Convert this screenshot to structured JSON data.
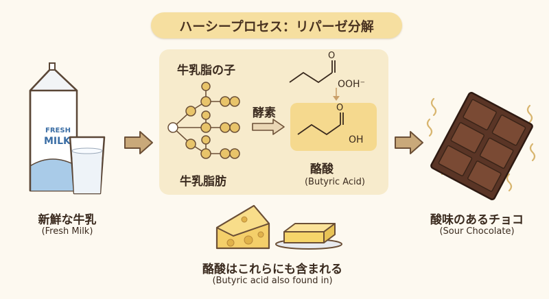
{
  "title": "ハーシープロセス：リパーゼ分解",
  "milk": {
    "carton_text_line1": "FRESH",
    "carton_text_line2": "MILK",
    "label_jp": "新鮮な牛乳",
    "label_en": "(Fresh Milk)"
  },
  "process": {
    "molecule_top_label": "牛乳脂の子",
    "molecule_bottom_label": "牛乳脂肪",
    "enzyme_label": "酵素",
    "carboxylate_label": "OOH⁻",
    "acid_oh_label": "OH",
    "acid_label_jp": "酪酸",
    "acid_label_en": "(Butyric Acid)"
  },
  "sources": {
    "label_jp": "酪酸はこれらにも含まれる",
    "label_en": "(Butyric acid also found in)"
  },
  "chocolate": {
    "label_jp": "酸味のあるチョコ",
    "label_en": "(Sour Chocolate)"
  },
  "colors": {
    "title_bg": "#f6dfa0",
    "panel_bg": "#f7ebcc",
    "acid_box_bg": "#f5d98e",
    "arrow": "#c9a97a",
    "molecule_node": "#e8c46a",
    "chocolate": "#5a3526"
  },
  "icons": [
    "milk-carton-icon",
    "glass-of-milk-icon",
    "cheese-icon",
    "butter-icon",
    "chocolate-bar-icon",
    "arrow-icon"
  ]
}
